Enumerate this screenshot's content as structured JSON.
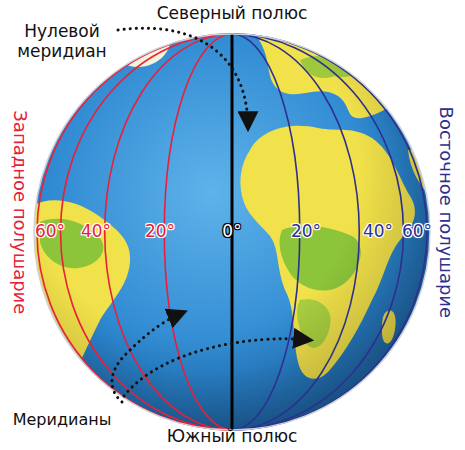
{
  "diagram": {
    "labels": [
      "Северный полюс",
      "Нулевой меридиан",
      "Западное полушарие",
      "Восточное полушарие",
      "60°",
      "40°",
      "20°",
      "0°",
      "20°",
      "40°",
      "60°",
      "Меридианы",
      "Южный полюс"
    ]
  }
}
